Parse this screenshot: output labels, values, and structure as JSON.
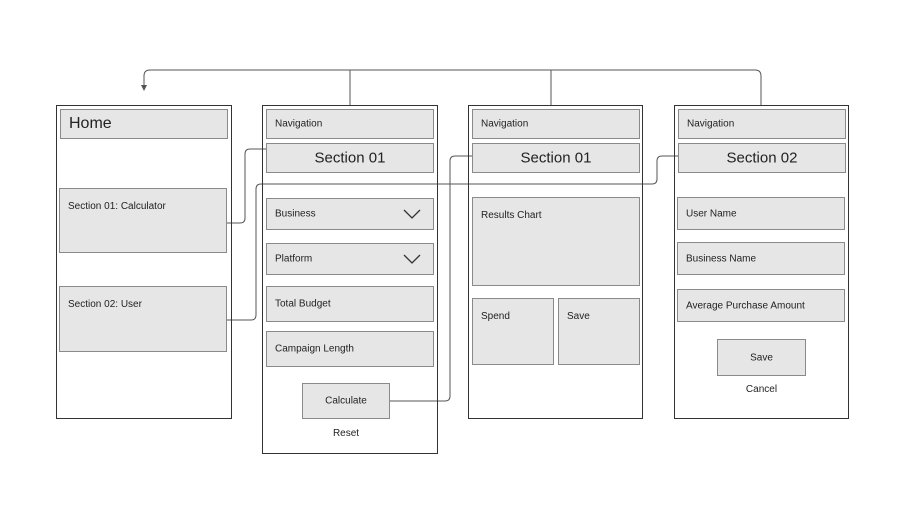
{
  "home": {
    "title": "Home",
    "items": [
      {
        "label": "Section 01: Calculator"
      },
      {
        "label": "Section 02: User"
      }
    ]
  },
  "calculator": {
    "navigation": "Navigation",
    "section_title": "Section 01",
    "business_dropdown": "Business",
    "platform_dropdown": "Platform",
    "total_budget": "Total Budget",
    "campaign_length": "Campaign Length",
    "calculate_button": "Calculate",
    "reset_link": "Reset"
  },
  "results": {
    "navigation": "Navigation",
    "section_title": "Section 01",
    "results_chart": "Results Chart",
    "spend": "Spend",
    "save": "Save"
  },
  "user": {
    "navigation": "Navigation",
    "section_title": "Section 02",
    "user_name": "User Name",
    "business_name": "Business Name",
    "average_purchase_amount": "Average Purchase Amount",
    "save_button": "Save",
    "cancel_link": "Cancel"
  },
  "icons": {
    "dropdown": "chevron-down-icon"
  },
  "colors": {
    "box_fill": "#e6e6e6",
    "box_border": "#8a8a8a",
    "frame_border": "#333333",
    "connector": "#555555"
  }
}
